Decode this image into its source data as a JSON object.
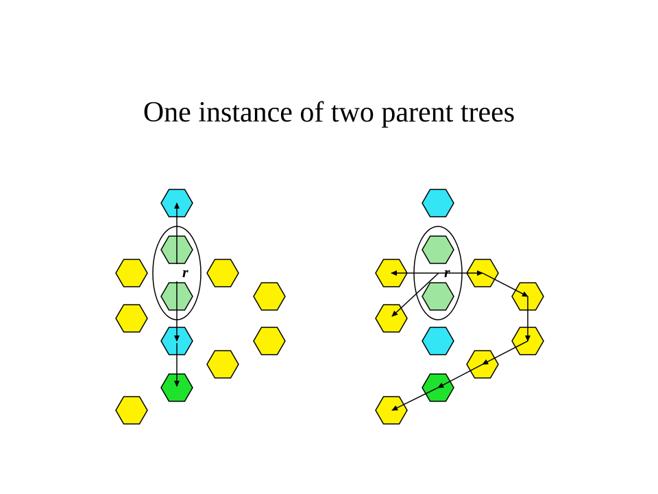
{
  "slide": {
    "title": "One instance of two parent trees"
  },
  "colors": {
    "cyan": "#33E5F5",
    "yellow": "#FFF200",
    "green": "#1FE22C",
    "light_green": "#9EE6A0",
    "outline": "#000000"
  },
  "left_tree": {
    "label": "r"
  },
  "right_tree": {
    "label": "r"
  }
}
